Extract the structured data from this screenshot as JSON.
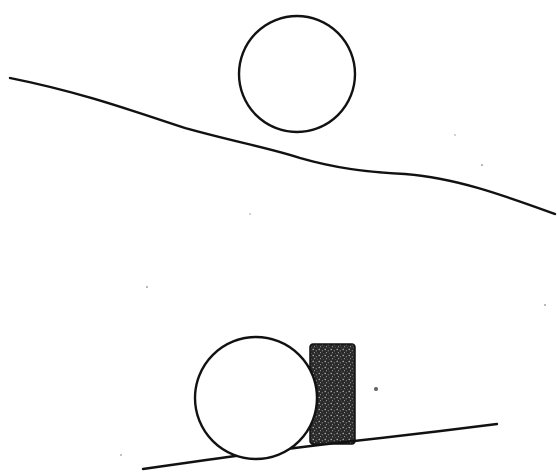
{
  "colors": {
    "background": "#ffffff",
    "ink": "#111111",
    "block_fill": "#2a2a2a",
    "block_speckle": "#bdbdbd"
  },
  "scenes": [
    {
      "name": "ball-on-slope-without-block",
      "elements": [
        "slope-line",
        "ball"
      ]
    },
    {
      "name": "ball-on-slope-with-block",
      "elements": [
        "slope-line",
        "ball",
        "block"
      ]
    }
  ]
}
